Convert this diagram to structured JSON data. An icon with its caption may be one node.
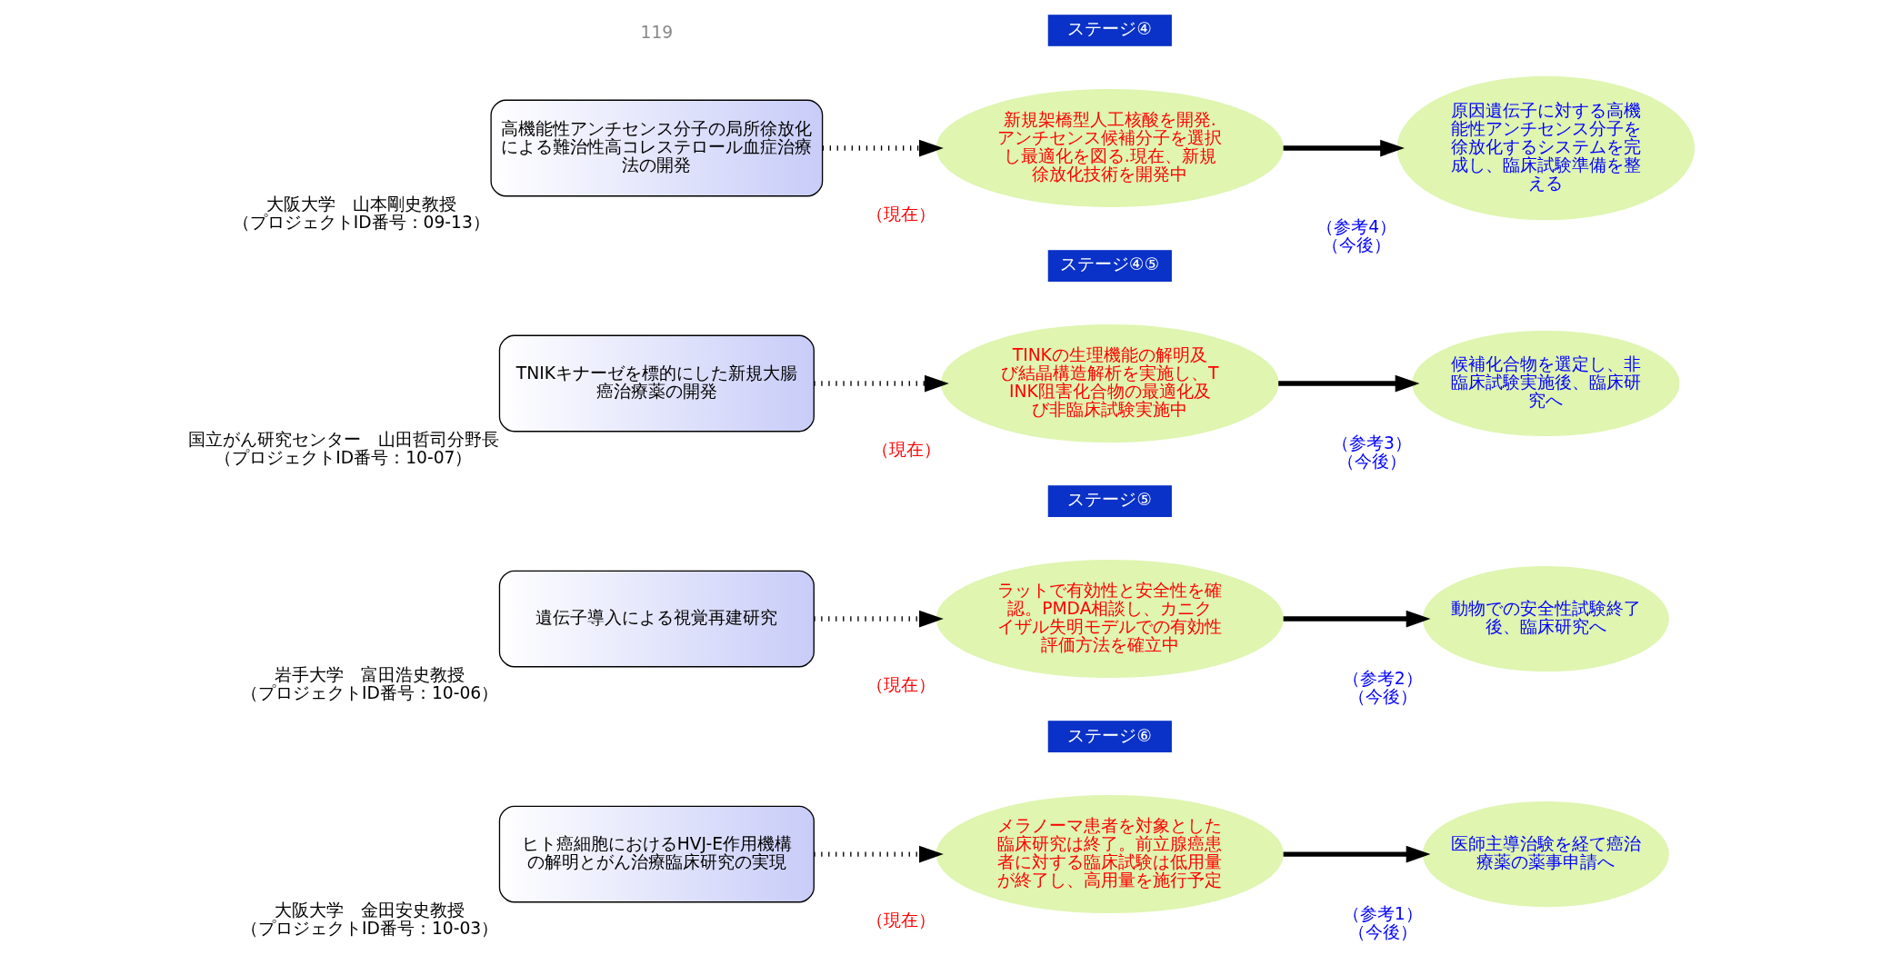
{
  "diagram": {
    "nodes": [
      {
        "text": [
          "ヒト癌細胞におけるHVJ-E作用機構の解明とがん治療臨床研究の実現"
        ],
        "beside": [
          "大阪大学　金田安史教授",
          "（プロジェクトID番号：10-03）"
        ]
      },
      {
        "text": [
          "ステージ⑥"
        ]
      },
      {
        "text": [
          "メラノーマ患者を対象とした臨床研究は終了。前立腺癌患者に対する臨床試験は低用量が終了し、高用量を施行予定"
        ],
        "beside": [
          "（現在）"
        ]
      },
      {
        "text": [
          "医師主導治験を経て癌治療薬の薬事申請へ"
        ],
        "beside": [
          "（参考1）",
          "（今後）"
        ]
      },
      {
        "text": [
          "遺伝子導入による視覚再建研究"
        ],
        "beside": [
          "岩手大学　富田浩史教授",
          "（プロジェクトID番号：10-06）"
        ]
      },
      {
        "text": [
          "ステージ⑤"
        ]
      },
      {
        "text": [
          "ラットで有効性と安全性を確認。PMDA相談し、カニクイザル失明モデルでの有効性評価方法を確立中"
        ],
        "beside": [
          "（現在）"
        ]
      },
      {
        "text": [
          "動物での安全性試験終了後、臨床研究へ"
        ],
        "beside": [
          "（参考2）",
          "（今後）"
        ]
      },
      {
        "text": [
          "TNIKキナーゼを標的にした新規大腸癌治療薬の開発"
        ],
        "beside": [
          "国立がん研究センター　山田哲司分野長",
          "（プロジェクトID番号：10-07）"
        ]
      },
      {
        "text": [
          "ステージ④⑤"
        ]
      },
      {
        "text": [
          "TINKの生理機能の解明及び結晶構造解析を実施し、TINK阻害化合物の最適化及び非臨床試験実施中"
        ],
        "beside": [
          "（現在）"
        ]
      },
      {
        "text": [
          "候補化合物を選定し、非臨床試験実施後、臨床研究へ"
        ],
        "beside": [
          "（参考3）",
          "（今後）"
        ]
      },
      {
        "text": [
          "高機能性アンチセンス分子の局所徐放化による難治性高コレステロール血症治療法の開発"
        ],
        "beside": [
          "大阪大学　山本剛史教授",
          "（プロジェクトID番号：09-13）"
        ]
      },
      {
        "text": [
          "ステージ④"
        ]
      },
      {
        "text": [
          "新規架橋型人工核酸を開発.アンチセンス候補分子を選択し最適化を図る.現在、新規徐放化技術を開発中"
        ],
        "beside": [
          "（現在）"
        ]
      },
      {
        "text": [
          "原因遺伝子に対する高機能性アンチセンス分子を徐放化するシステムを完成し、臨床試験準備を整える"
        ],
        "beside": [
          "（参考4）",
          "（今後）"
        ]
      }
    ],
    "edges": [
      {
        "from": 0,
        "to": 2,
        "arrow": "to",
        "style": "dashed"
      },
      {
        "from": 2,
        "to": 3,
        "arrow": "to"
      },
      {
        "from": 4,
        "to": 6,
        "arrow": "to",
        "style": "dashed"
      },
      {
        "from": 6,
        "to": 7,
        "arrow": "to"
      },
      {
        "from": 8,
        "to": 10,
        "arrow": "to",
        "style": "dashed"
      },
      {
        "from": 10,
        "to": 11,
        "arrow": "to"
      },
      {
        "from": 12,
        "to": 14,
        "arrow": "to",
        "style": "dashed"
      },
      {
        "from": 14,
        "to": 15,
        "arrow": "to"
      }
    ],
    "labels": [
      "119"
    ]
  }
}
